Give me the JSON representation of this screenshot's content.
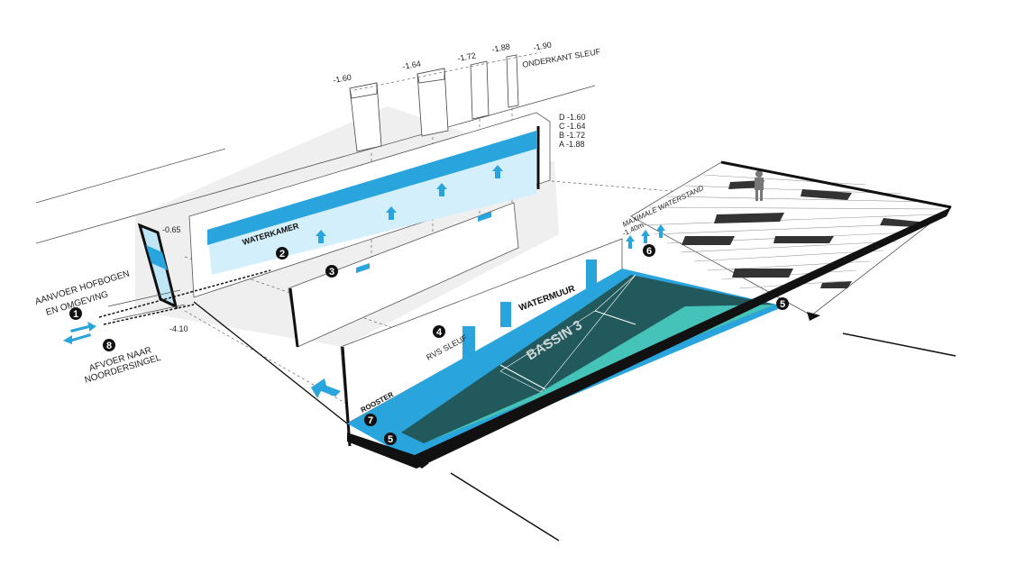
{
  "diagram": {
    "title": "BASSIN 3",
    "levels_top": {
      "l160": "-1.60",
      "l164": "-1.64",
      "l172": "-1.72",
      "l188": "-1.88",
      "l190": "-1.90",
      "onderkant": "ONDERKANT SLEUF"
    },
    "legend_levels": [
      "D  -1.60",
      "C  -1.64",
      "B  -1.72",
      "A  -1.88"
    ],
    "level_065": "-0.65",
    "level_410": "-4.10",
    "labels": {
      "waterkamer": "WATERKAMER",
      "watermuur": "WATERMUUR",
      "rvs_sleuf": "RVS SLEUF",
      "rooster": "ROOSTER",
      "max_water_1": "MAXIMALE WATERSTAND",
      "max_water_2": "-1.40m",
      "aanvoer_1": "AANVOER HOFBOGEN",
      "aanvoer_2": "EN OMGEVING",
      "afvoer_1": "AFVOER NAAR",
      "afvoer_2": "NOORDERSINGEL"
    },
    "markers": [
      "1",
      "2",
      "3",
      "4",
      "5",
      "6",
      "7",
      "8"
    ],
    "colors": {
      "water": "#2aa4dc",
      "water_light": "#cdeefa",
      "court_dark": "#22595c",
      "court_light": "#46c3b8",
      "ink": "#111111"
    }
  }
}
